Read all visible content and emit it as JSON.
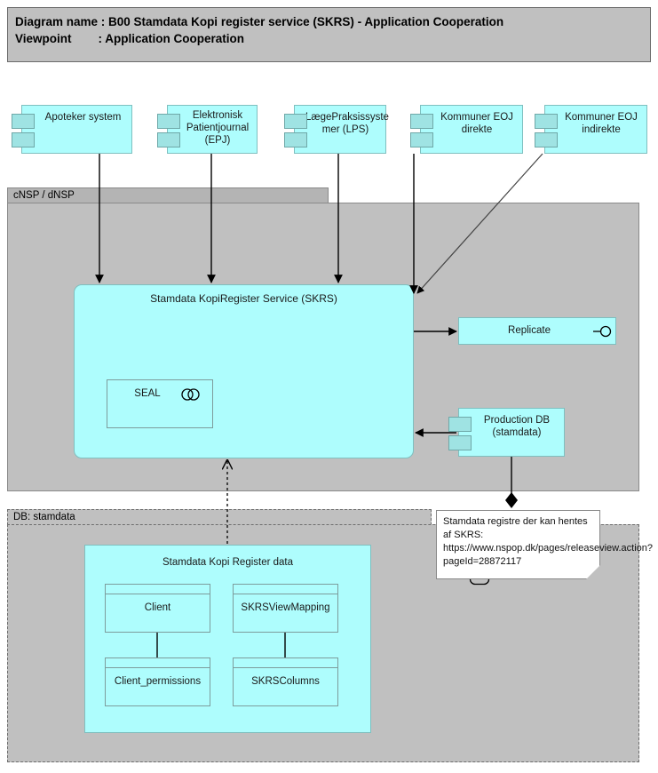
{
  "title": {
    "line1": "Diagram name : B00 Stamdata Kopi register service (SKRS) - Application Cooperation",
    "line2": "Viewpoint        : Application Cooperation"
  },
  "groups": {
    "nsp": {
      "label": "cNSP / dNSP"
    },
    "db": {
      "label": "DB: stamdata"
    }
  },
  "top_components": [
    {
      "label": "Apoteker system"
    },
    {
      "label": "Elektronisk\nPatientjournal\n(EPJ)"
    },
    {
      "label": "LægePraksissyste\nmer (LPS)"
    },
    {
      "label": "Kommuner EOJ\ndirekte"
    },
    {
      "label": "Kommuner EOJ\nindirekte"
    }
  ],
  "service": {
    "label": "Stamdata KopiRegister Service (SKRS)",
    "icon": "application-service-icon"
  },
  "seal": {
    "label": "SEAL",
    "icon": "application-collaboration-icon"
  },
  "replicate": {
    "label": "Replicate",
    "icon": "application-interface-icon"
  },
  "production_db": {
    "label": "Production DB\n(stamdata)"
  },
  "note": {
    "text": "Stamdata registre der kan hentes af SKRS: https://www.nspop.dk/pages/releaseview.action?pageId=28872117"
  },
  "data_group": {
    "label": "Stamdata Kopi Register data",
    "objects": [
      {
        "label": "Client"
      },
      {
        "label": "SKRSViewMapping"
      },
      {
        "label": "Client_permissions"
      },
      {
        "label": "SKRSColumns"
      }
    ]
  },
  "colors": {
    "element_fill": "#aefdfd",
    "element_border": "#7fbfbf",
    "group_fill": "#c0c0c0",
    "group_border": "#8a8a8a",
    "tab_fill": "#9fe3e3",
    "connector": "#000000",
    "note_fill": "#ffffff"
  }
}
